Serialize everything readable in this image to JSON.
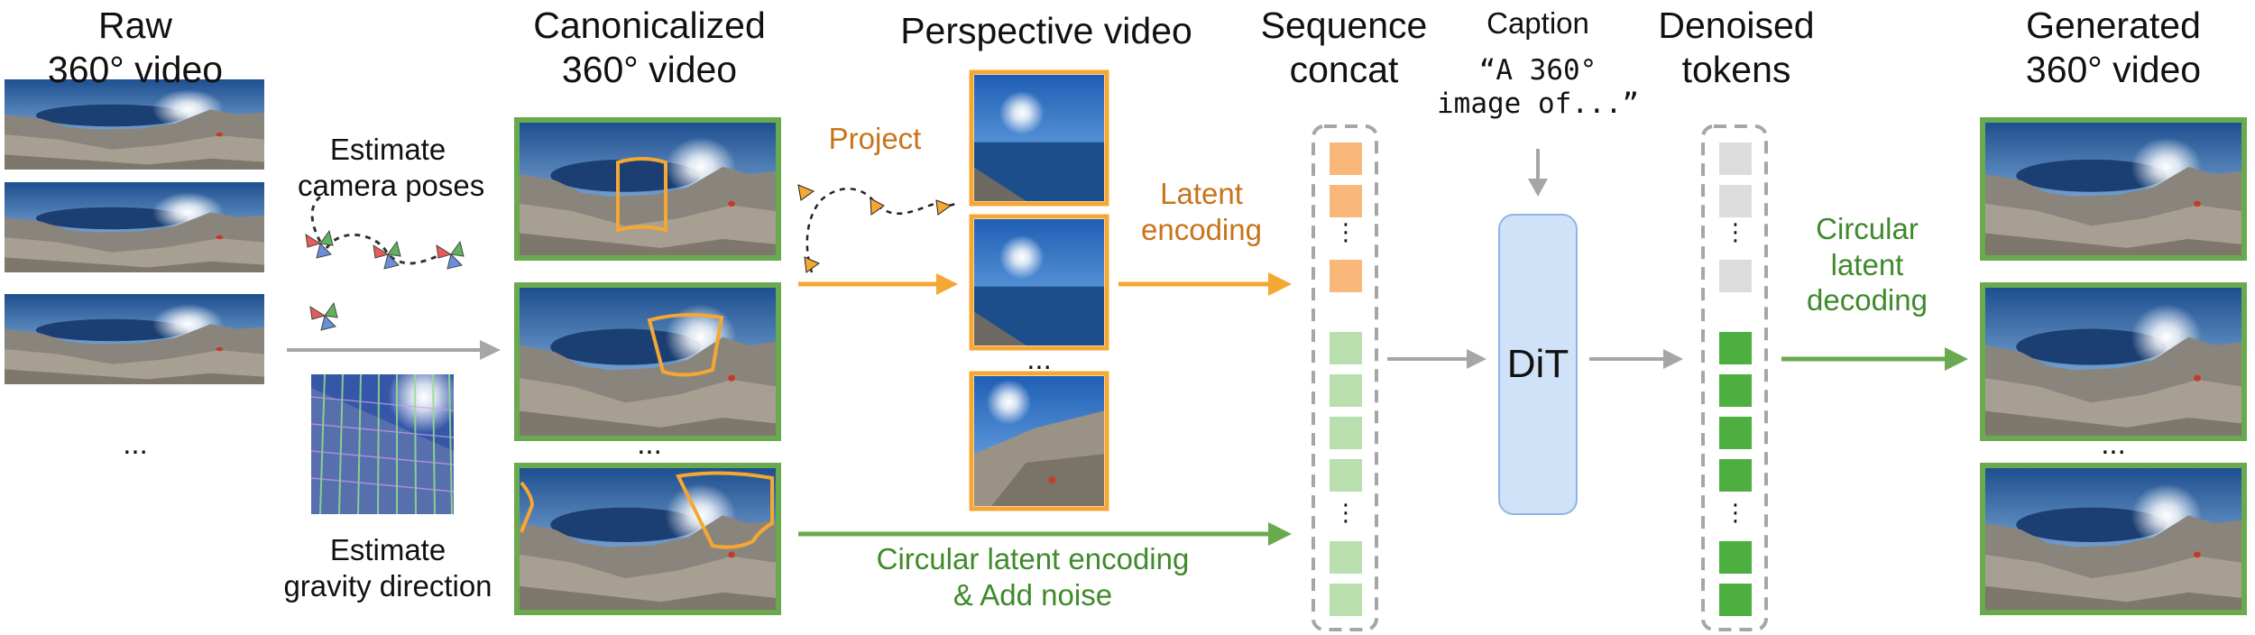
{
  "columns": {
    "raw": {
      "line1": "Raw",
      "line2": "360° video"
    },
    "canonicalized": {
      "line1": "Canonicalized",
      "line2": "360° video"
    },
    "perspective": {
      "title": "Perspective video"
    },
    "sequence": {
      "line1": "Sequence",
      "line2": "concat"
    },
    "caption": {
      "title": "Caption",
      "quote1": "“A 360°",
      "quote2": "image of...”"
    },
    "denoised": {
      "line1": "Denoised",
      "line2": "tokens"
    },
    "generated": {
      "line1": "Generated",
      "line2": "360° video"
    }
  },
  "steps": {
    "estimate_camera": {
      "line1": "Estimate",
      "line2": "camera poses"
    },
    "estimate_gravity": {
      "line1": "Estimate",
      "line2": "gravity direction"
    },
    "project": "Project",
    "latent_encoding": {
      "line1": "Latent",
      "line2": "encoding"
    },
    "circular_encoding": {
      "line1": "Circular latent encoding",
      "line2": "& Add noise"
    },
    "circular_decoding": {
      "line1": "Circular",
      "line2": "latent",
      "line3": "decoding"
    }
  },
  "model": {
    "label": "DiT"
  },
  "ellipsis": "...",
  "vdots": "⋮",
  "colors": {
    "orange": "#f5a733",
    "orange_text": "#c8741a",
    "light_orange_token": "#f9b77a",
    "green": "#6aaa4f",
    "green_text": "#3f8a2a",
    "light_green_token": "#b9dfae",
    "dark_green_token": "#4caf3f",
    "gray_token": "#dcdcdc",
    "dit_fill": "#cfe2f7",
    "gray_arrow": "#a6a6a6"
  }
}
